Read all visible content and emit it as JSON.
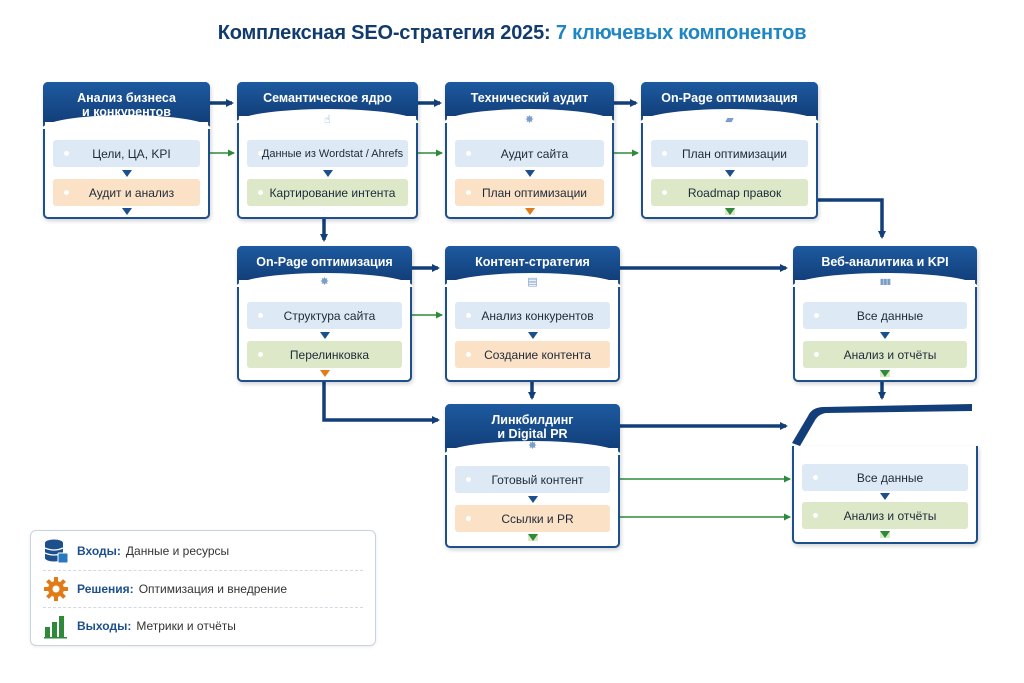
{
  "title": {
    "main": "Комплексная SEO-стратегия 2025:",
    "accent": "7 ключевых компонентов"
  },
  "cards": {
    "analysis": {
      "header": [
        "Анализ бизнеса",
        "и конкурентов"
      ],
      "items": [
        "Цели, ЦА, KPI",
        "Аудит и анализ"
      ]
    },
    "semantic": {
      "header": [
        "Семантическое ядро"
      ],
      "icon": "☝",
      "items": [
        "Данные из Wordstat / Ahrefs",
        "Картирование интента"
      ]
    },
    "tech_audit": {
      "header": [
        "Технический аудит"
      ],
      "icon": "✸",
      "items": [
        "Аудит сайта",
        "План оптимизации"
      ]
    },
    "onpage_top": {
      "header": [
        "On-Page оптимизация"
      ],
      "icon": "▰",
      "items": [
        "План оптимизации",
        "Roadmap правок"
      ]
    },
    "onpage_mid": {
      "header": [
        "On-Page оптимизация"
      ],
      "icon": "✸",
      "items": [
        "Структура сайта",
        "Перелинковка"
      ]
    },
    "content": {
      "header": [
        "Контент-стратегия"
      ],
      "icon": "▤",
      "items": [
        "Анализ конкурентов",
        "Создание контента"
      ]
    },
    "analytics": {
      "header": [
        "Веб-аналитика и KPI"
      ],
      "icon": "▮▮▮",
      "items": [
        "Все данные",
        "Анализ и отчёты"
      ]
    },
    "linkbuilding": {
      "header": [
        "Линкбилдинг",
        "и Digital PR"
      ],
      "icon": "✸",
      "items": [
        "Готовый контент",
        "Ссылки и PR"
      ]
    },
    "analytics_bottom": {
      "items": [
        "Все данные",
        "Анализ и отчёты"
      ]
    }
  },
  "legend": [
    {
      "key": "Входы:",
      "text": "Данные и ресурсы",
      "icon": "database-icon"
    },
    {
      "key": "Решения:",
      "text": "Оптимизация и внедрение",
      "icon": "gear-icon"
    },
    {
      "key": "Выходы:",
      "text": "Метрики и отчёты",
      "icon": "bar-chart-icon"
    }
  ],
  "colors": {
    "primary": "#1c4f8c",
    "accent": "#1f86c4",
    "connector_green": "#2e8a3a",
    "orange": "#e07b18"
  }
}
